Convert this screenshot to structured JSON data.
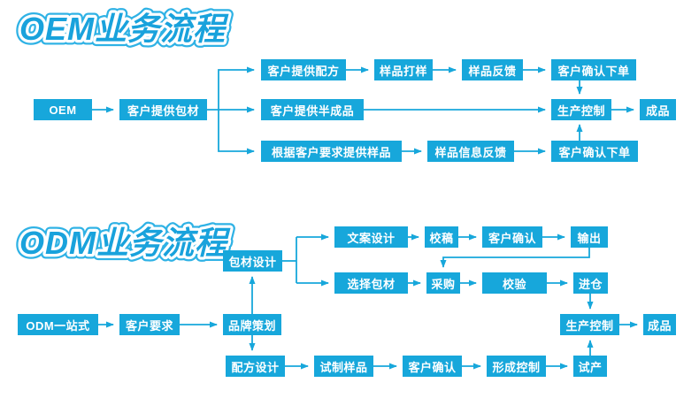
{
  "colors": {
    "accent": "#17a7db",
    "title_fill": "#19a2dc",
    "title_outline": "#2fb2e5",
    "background": "#ffffff"
  },
  "oem": {
    "title": "OEM业务流程",
    "nodes": {
      "oem": "OEM",
      "customer_packaging": "客户提供包材",
      "customer_formula": "客户提供配方",
      "sample_proofing": "样品打样",
      "sample_feedback": "样品反馈",
      "confirm_order_1": "客户确认下单",
      "customer_semifinished": "客户提供半成品",
      "production_control": "生产控制",
      "finished_product": "成品",
      "sample_per_request": "根据客户要求提供样品",
      "sample_info_feedback": "样品信息反馈",
      "confirm_order_2": "客户确认下单"
    }
  },
  "odm": {
    "title": "ODM业务流程",
    "nodes": {
      "odm_onestop": "ODM一站式",
      "customer_requirements": "客户要求",
      "brand_planning": "品牌策划",
      "packaging_design": "包材设计",
      "copy_design": "文案设计",
      "proofreading": "校稿",
      "customer_confirm_a": "客户确认",
      "output": "输出",
      "select_packaging": "选择包材",
      "procurement": "采购",
      "verification": "校验",
      "warehousing": "进仓",
      "production_control": "生产控制",
      "finished_product": "成品",
      "formula_design": "配方设计",
      "trial_sample": "试制样品",
      "customer_confirm_b": "客户确认",
      "forming_control": "形成控制",
      "trial_production": "试产"
    }
  }
}
